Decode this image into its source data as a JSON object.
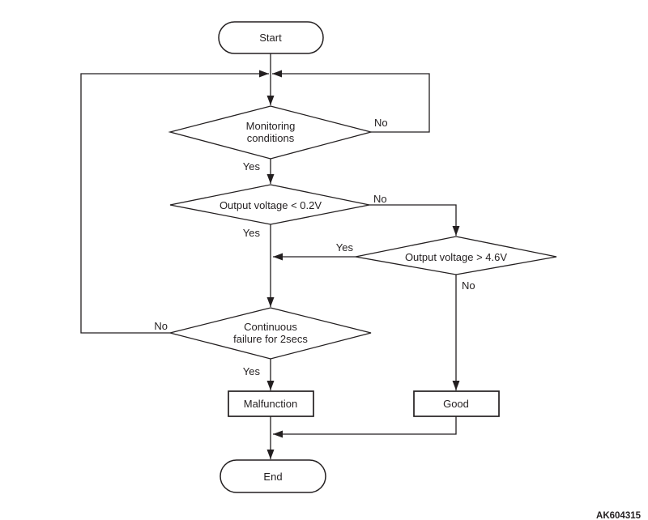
{
  "diagram": {
    "watermark": "AK604315",
    "nodes": {
      "start": {
        "type": "terminator",
        "label": "Start"
      },
      "monitoring_conditions": {
        "type": "decision",
        "lines": [
          "Monitoring",
          "conditions"
        ]
      },
      "output_voltage_low": {
        "type": "decision",
        "label": "Output voltage < 0.2V"
      },
      "output_voltage_high": {
        "type": "decision",
        "label": "Output voltage > 4.6V"
      },
      "continuous_failure": {
        "type": "decision",
        "lines": [
          "Continuous",
          "failure for 2secs"
        ]
      },
      "malfunction": {
        "type": "process",
        "label": "Malfunction"
      },
      "good": {
        "type": "process",
        "label": "Good"
      },
      "end": {
        "type": "terminator",
        "label": "End"
      }
    },
    "edge_labels": {
      "monitoring_no": "No",
      "monitoring_yes": "Yes",
      "voltage_low_no": "No",
      "voltage_low_yes": "Yes",
      "voltage_high_yes": "Yes",
      "voltage_high_no": "No",
      "continuous_no": "No",
      "continuous_yes": "Yes"
    },
    "colors": {
      "line": "#231f20",
      "text": "#231f20",
      "background": "#ffffff"
    }
  }
}
